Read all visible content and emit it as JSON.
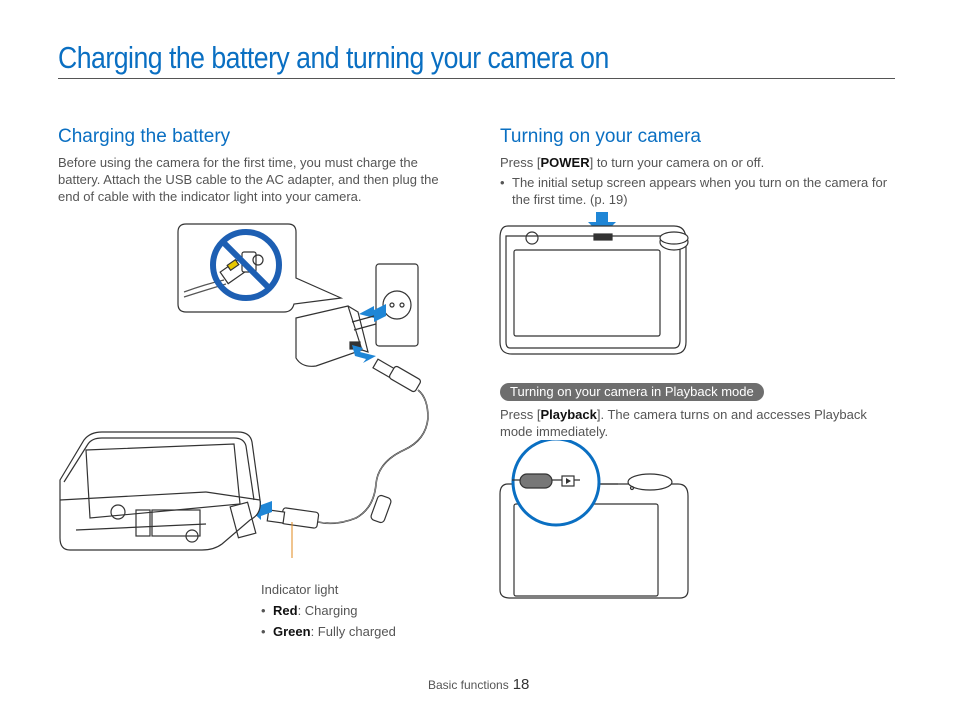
{
  "page": {
    "title": "Charging the battery and turning your camera on"
  },
  "charging": {
    "heading": "Charging the battery",
    "body": "Before using the camera for the first time, you must charge the battery. Attach the USB cable to the AC adapter, and then plug the end of cable with the indicator light into your camera.",
    "caption_title": "Indicator light",
    "items": [
      {
        "label": "Red",
        "text": ": Charging"
      },
      {
        "label": "Green",
        "text": ": Fully charged"
      }
    ]
  },
  "power": {
    "heading": "Turning on your camera",
    "press_prefix": "Press [",
    "press_key": "POWER",
    "press_suffix": "] to turn your camera on or off.",
    "bullet": "The initial setup screen appears when you turn on the camera for the first time. (p. 19)",
    "playback_badge": "Turning on your camera in Playback mode",
    "playback_prefix": "Press [",
    "playback_key": "Playback",
    "playback_suffix": "]. The camera turns on and accesses Playback mode immediately."
  },
  "footer": {
    "section": "Basic functions",
    "page_number": "18"
  },
  "colors": {
    "accent": "#0a6fc2",
    "prohibit_red": "#1d5fb3",
    "arrow_blue": "#1f86d6"
  }
}
